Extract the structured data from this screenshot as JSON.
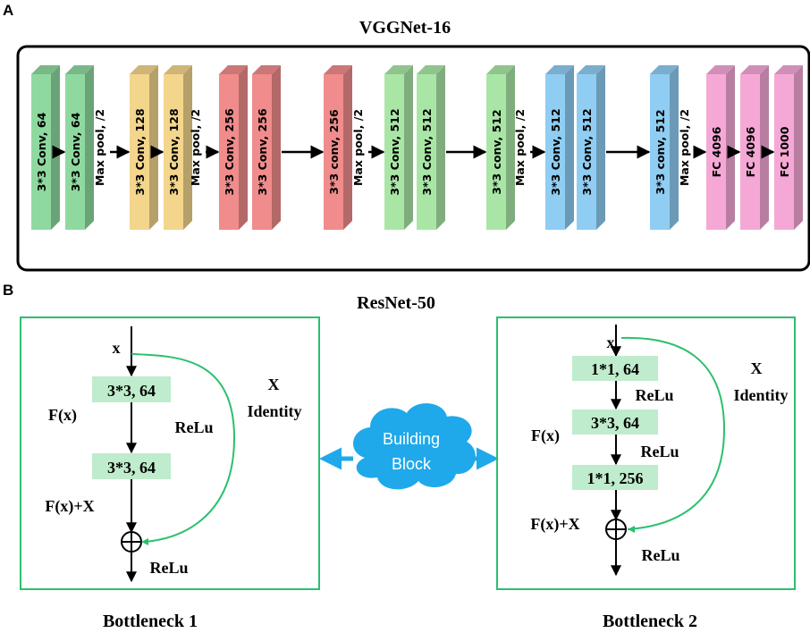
{
  "panel_a": {
    "letter": "A",
    "title": "VGGNet-16",
    "blocks": [
      {
        "label": "3*3 Conv, 64",
        "kind": "block",
        "color": "#8fd9a0"
      },
      {
        "label": "3*3 Conv, 64",
        "kind": "block",
        "color": "#8fd9a0"
      },
      {
        "label": "Max pool, /2",
        "kind": "pool"
      },
      {
        "label": "3*3 Conv, 128",
        "kind": "block",
        "color": "#f3d58c"
      },
      {
        "label": "3*3 Conv, 128",
        "kind": "block",
        "color": "#f3d58c"
      },
      {
        "label": "Max pool, /2",
        "kind": "pool"
      },
      {
        "label": "3*3 Conv, 256",
        "kind": "block",
        "color": "#f08c8c"
      },
      {
        "label": "3*3 Conv, 256",
        "kind": "block",
        "color": "#f08c8c"
      },
      {
        "label": "3*3 conv, 256",
        "kind": "block",
        "color": "#f08c8c"
      },
      {
        "label": "Max pool, /2",
        "kind": "pool"
      },
      {
        "label": "3*3 Conv, 512",
        "kind": "block",
        "color": "#a9e6a6"
      },
      {
        "label": "3*3 Conv, 512",
        "kind": "block",
        "color": "#a9e6a6"
      },
      {
        "label": "3*3 conv, 512",
        "kind": "block",
        "color": "#a9e6a6"
      },
      {
        "label": "Max pool, /2",
        "kind": "pool"
      },
      {
        "label": "3*3 Conv, 512",
        "kind": "block",
        "color": "#8fcdf2"
      },
      {
        "label": "3*3 Conv, 512",
        "kind": "block",
        "color": "#8fcdf2"
      },
      {
        "label": "3*3 conv, 512",
        "kind": "block",
        "color": "#8fcdf2"
      },
      {
        "label": "Max pool, /2",
        "kind": "pool"
      },
      {
        "label": "FC 4096",
        "kind": "block",
        "color": "#f5a8d6"
      },
      {
        "label": "FC 4096",
        "kind": "block",
        "color": "#f5a8d6"
      },
      {
        "label": "FC 1000",
        "kind": "block",
        "color": "#f5a8d6"
      }
    ]
  },
  "panel_b": {
    "letter": "B",
    "title": "ResNet-50",
    "bottleneck1": {
      "x_label": "x",
      "box1": "3*3, 64",
      "box2": "3*3, 64",
      "fx": "F(x)",
      "relu_mid": "ReLu",
      "fx_plus_x": "F(x)+X",
      "relu_out": "ReLu",
      "identity_x": "X",
      "identity": "Identity",
      "caption": "Bottleneck 1"
    },
    "bottleneck2": {
      "x_label": "x",
      "box1": "1*1, 64",
      "relu1": "ReLu",
      "box2": "3*3, 64",
      "fx": "F(x)",
      "relu2": "ReLu",
      "box3": "1*1, 256",
      "fx_plus_x": "F(x)+X",
      "relu_out": "ReLu",
      "identity_x": "X",
      "identity": "Identity",
      "caption": "Bottleneck 2"
    },
    "cloud": {
      "line1": "Building",
      "line2": "Block",
      "color": "#1fa9ea"
    }
  },
  "colors": {
    "frame_green": "#2bbf6e",
    "box_green": "#bfeccc"
  }
}
